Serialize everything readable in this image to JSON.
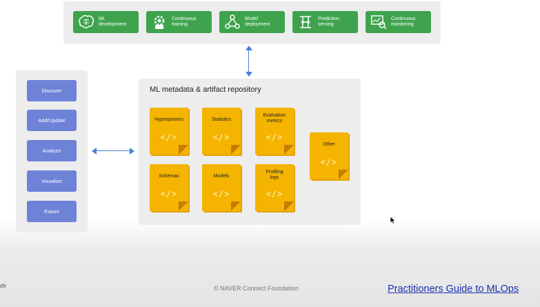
{
  "pipeline_stages": [
    {
      "label": "ML\ndevelopment",
      "icon": "brain-icon"
    },
    {
      "label": "Continuous\ntraining",
      "icon": "gear-house-icon"
    },
    {
      "label": "Model\ndeployment",
      "icon": "network-icon"
    },
    {
      "label": "Prediction\nserving",
      "icon": "circuit-icon"
    },
    {
      "label": "Continuous\nmonitoring",
      "icon": "monitor-icon"
    }
  ],
  "operations": [
    "Discover",
    "Add/Update",
    "Analyze",
    "Visualize",
    "Export"
  ],
  "repository": {
    "title": "ML metadata & artifact repository",
    "code_glyph": "</>",
    "artifacts": [
      "Hyperparams",
      "Statistics",
      "Evaluation\nmetrics",
      "Schemas",
      "Models",
      "Profiling\nlogs",
      "Other"
    ]
  },
  "footer": {
    "left_fragment": "ch",
    "copyright": "©  NAVER Connect Foundation",
    "link": "Practitioners Guide to MLOps"
  },
  "colors": {
    "stage_green": "#3fa34d",
    "operation_blue": "#6e82d8",
    "artifact_yellow": "#f4b400",
    "arrow_blue": "#4a7fd6",
    "link_blue": "#1a2fb0"
  }
}
